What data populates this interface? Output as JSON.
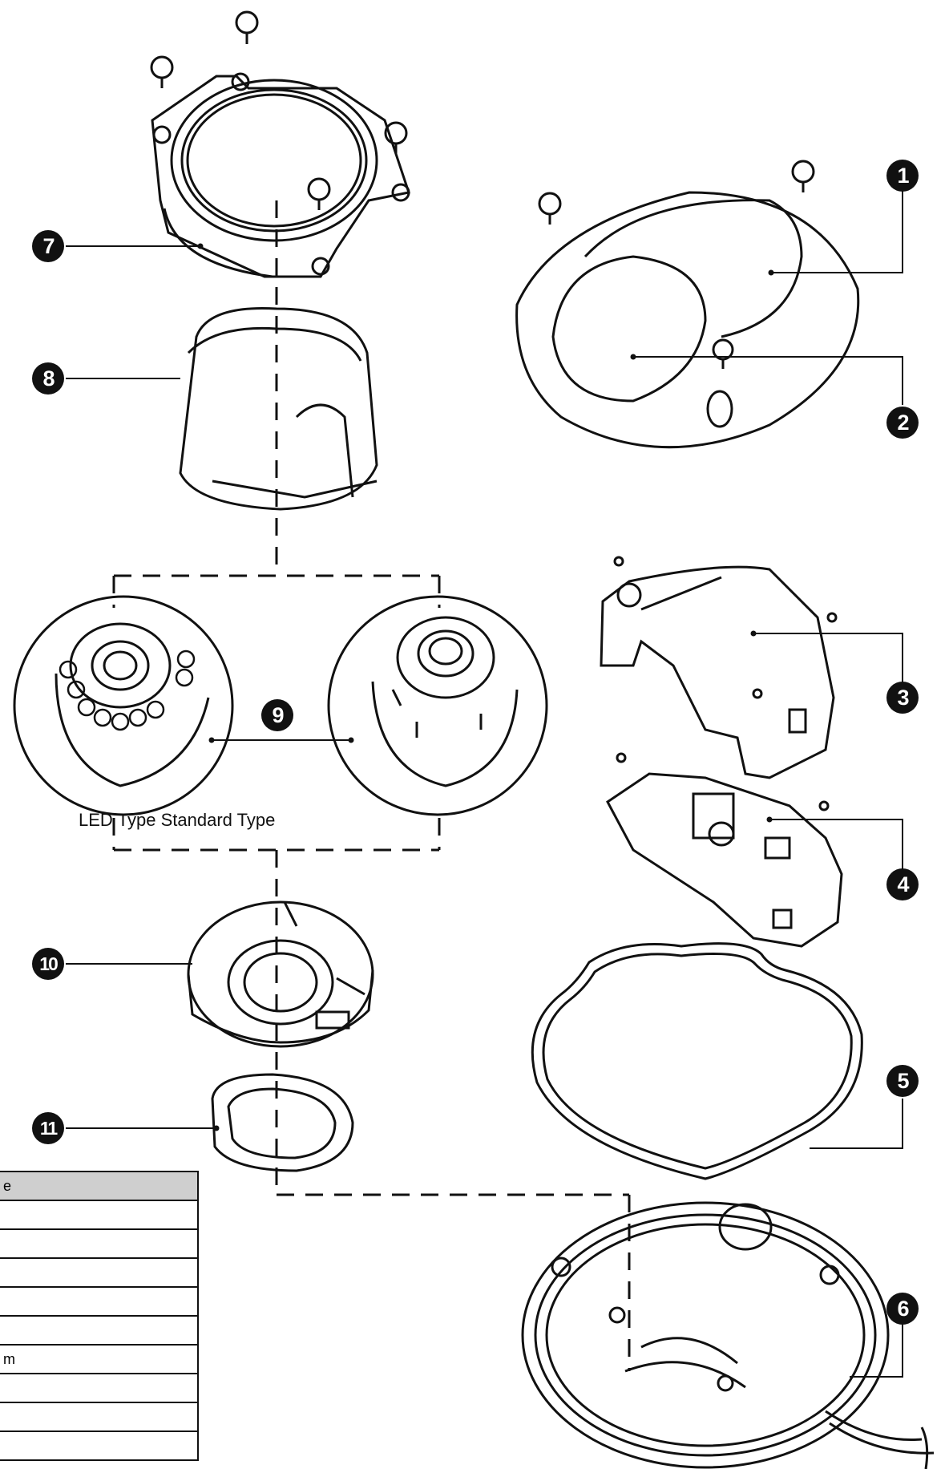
{
  "callouts": [
    "1",
    "2",
    "3",
    "4",
    "5",
    "6",
    "7",
    "8",
    "9",
    "10",
    "11"
  ],
  "captions": {
    "led": "LED",
    "types": "Type Standard Type"
  },
  "table": {
    "header": "e",
    "rows": [
      "",
      "",
      "",
      "",
      "",
      "m",
      "",
      "",
      ""
    ]
  }
}
